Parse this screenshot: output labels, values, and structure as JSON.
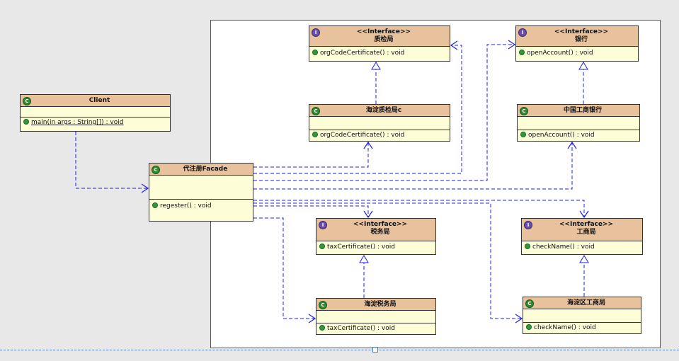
{
  "classes": {
    "client": {
      "name": "Client",
      "op": "main(in args : String[]) : void"
    },
    "facade": {
      "name": "代注册Facade",
      "op": "regester() : void"
    },
    "zjj_if": {
      "stereotype": "<<Interface>>",
      "name": "质检局",
      "op": "orgCodeCertificate() : void"
    },
    "zjj_impl": {
      "name": "海淀质检局c",
      "op": "orgCodeCertificate() : void"
    },
    "bank_if": {
      "stereotype": "<<Interface>>",
      "name": "银行",
      "op": "openAccount() : void"
    },
    "bank_impl": {
      "name": "中国工商银行",
      "op": "openAccount() : void"
    },
    "tax_if": {
      "stereotype": "<<Interface>>",
      "name": "税务局",
      "op": "taxCertificate() : void"
    },
    "tax_impl": {
      "name": "海淀税务局",
      "op": "taxCertificate() : void"
    },
    "gsj_if": {
      "stereotype": "<<Interface>>",
      "name": "工商局",
      "op": "checkName() : void"
    },
    "gsj_impl": {
      "name": "海淀区工商局",
      "op": "checkName() : void"
    }
  },
  "colors": {
    "header": "#e8c29d",
    "body": "#fdfdd8",
    "link": "#2020e0"
  }
}
